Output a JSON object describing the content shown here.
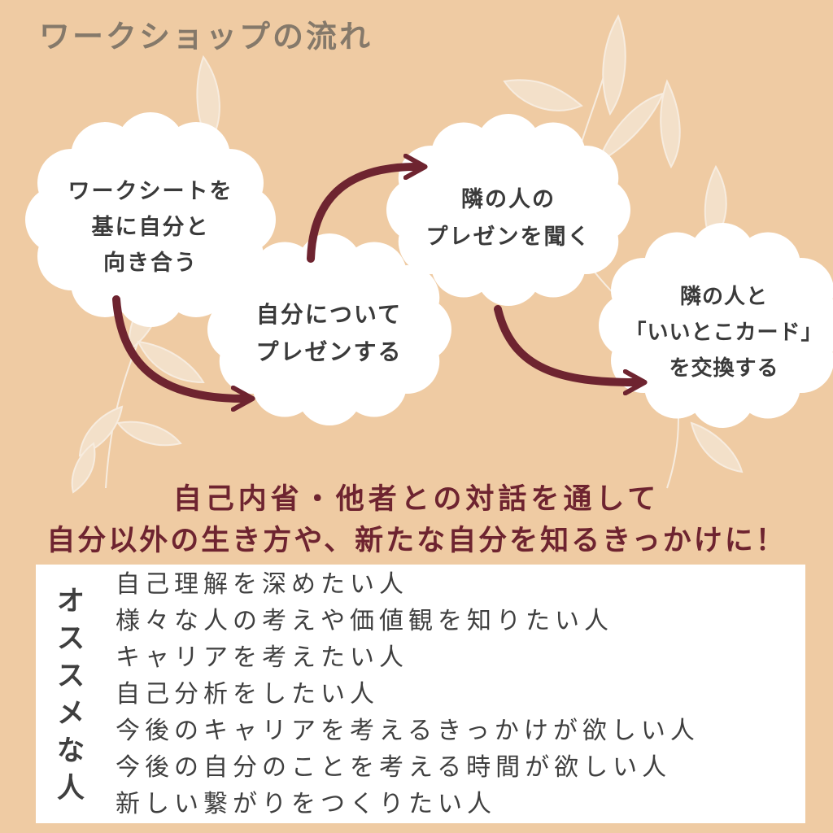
{
  "header": {
    "title": "ワークショップの流れ"
  },
  "colors": {
    "background": "#efcba3",
    "arrow": "#6e2430",
    "cloud": "#ffffff",
    "leaf": "#f5e8d8",
    "title": "#85796a"
  },
  "steps": [
    {
      "label": "ワークシートを\n基に自分と\n向き合う"
    },
    {
      "label": "自分について\nプレゼンする"
    },
    {
      "label": "隣の人の\nプレゼンを聞く"
    },
    {
      "label": "隣の人と\n「いいとこカード」\nを交換する"
    }
  ],
  "message": {
    "line1": "自己内省・他者との対話を通して",
    "line2": "自分以外の生き方や、新たな自分を知るきっかけに！"
  },
  "recommend": {
    "label": [
      "オ",
      "ス",
      "ス",
      "メ",
      "な",
      "人"
    ],
    "items": [
      "自己理解を深めたい人",
      "様々な人の考えや価値観を知りたい人",
      "キャリアを考えたい人",
      "自己分析をしたい人",
      "今後のキャリアを考えるきっかけが欲しい人",
      "今後の自分のことを考える時間が欲しい人",
      "新しい繋がりをつくりたい人"
    ]
  }
}
